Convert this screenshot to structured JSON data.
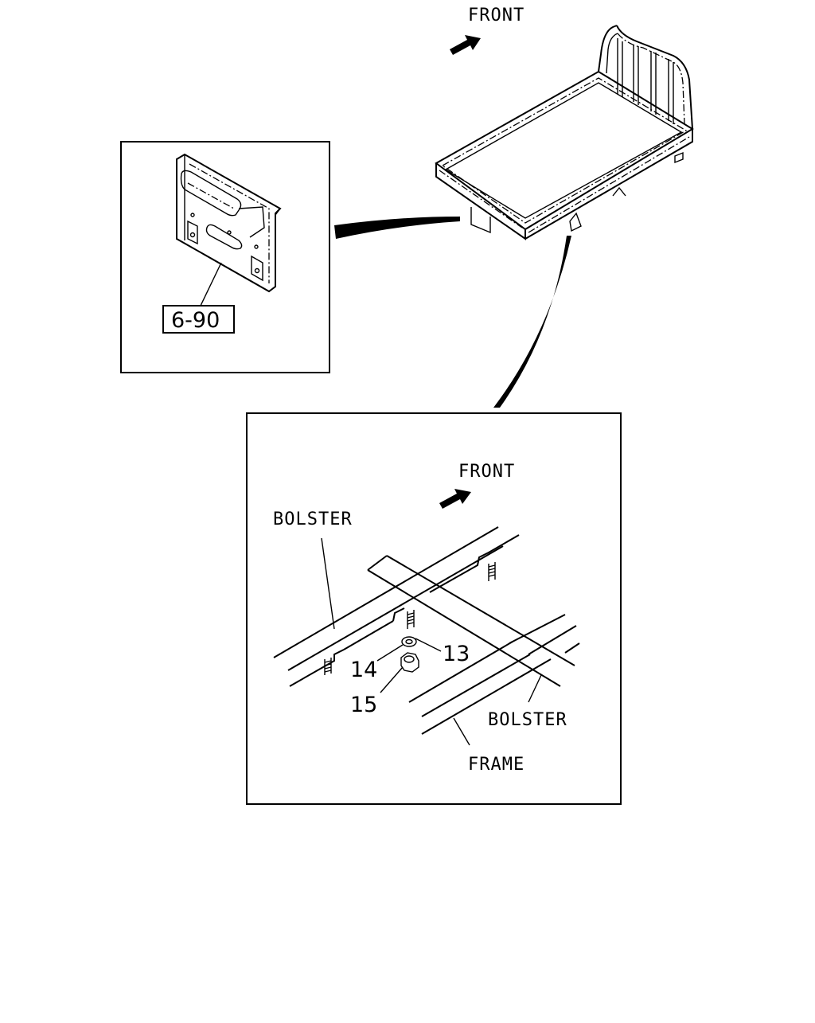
{
  "labels": {
    "front_top": "FRONT",
    "front_detail": "FRONT",
    "bolster_left": "BOLSTER",
    "bolster_right": "BOLSTER",
    "frame": "FRAME"
  },
  "callouts": {
    "ref_box": "6-90",
    "part_13": "13",
    "part_14": "14",
    "part_15": "15"
  },
  "colors": {
    "ink": "#000000",
    "paper": "#ffffff"
  }
}
